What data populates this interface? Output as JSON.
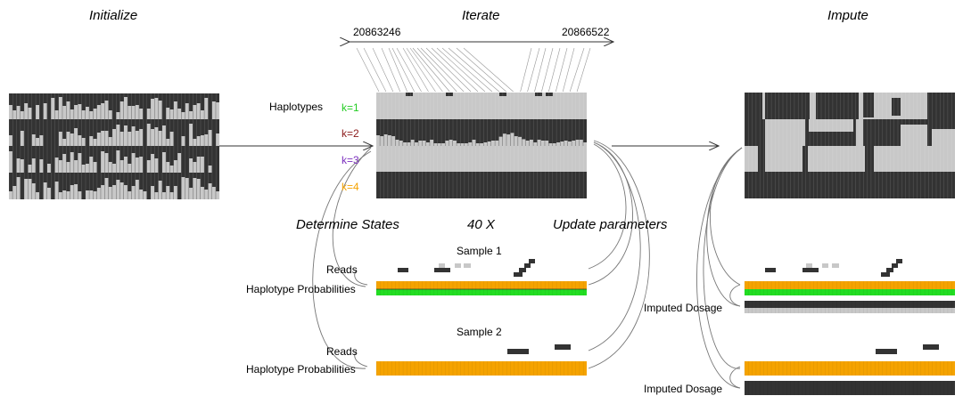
{
  "sections": {
    "initialize": "Initialize",
    "iterate": "Iterate",
    "impute": "Impute"
  },
  "positions": {
    "left": "20863246",
    "right": "20866522"
  },
  "haplotypes": {
    "label": "Haplotypes",
    "k": [
      {
        "label": "k=1",
        "color": "#22cc22"
      },
      {
        "label": "k=2",
        "color": "#8b1a1a"
      },
      {
        "label": "k=3",
        "color": "#7b2fbe"
      },
      {
        "label": "k=4",
        "color": "#f5a300"
      }
    ]
  },
  "steps": {
    "determine_states": "Determine States",
    "iterations": "40 X",
    "update_parameters": "Update parameters"
  },
  "samples": [
    {
      "title": "Sample 1",
      "reads_label": "Reads",
      "hap_prob_label": "Haplotype Probabilities",
      "imputed_label": "Imputed Dosage"
    },
    {
      "title": "Sample 2",
      "reads_label": "Reads",
      "hap_prob_label": "Haplotype Probabilities",
      "imputed_label": "Imputed Dosage"
    }
  ],
  "colors": {
    "dark": "#333333",
    "light": "#c8c8c8",
    "orange": "#f5a300",
    "green": "#22dd22",
    "line": "#888888"
  }
}
